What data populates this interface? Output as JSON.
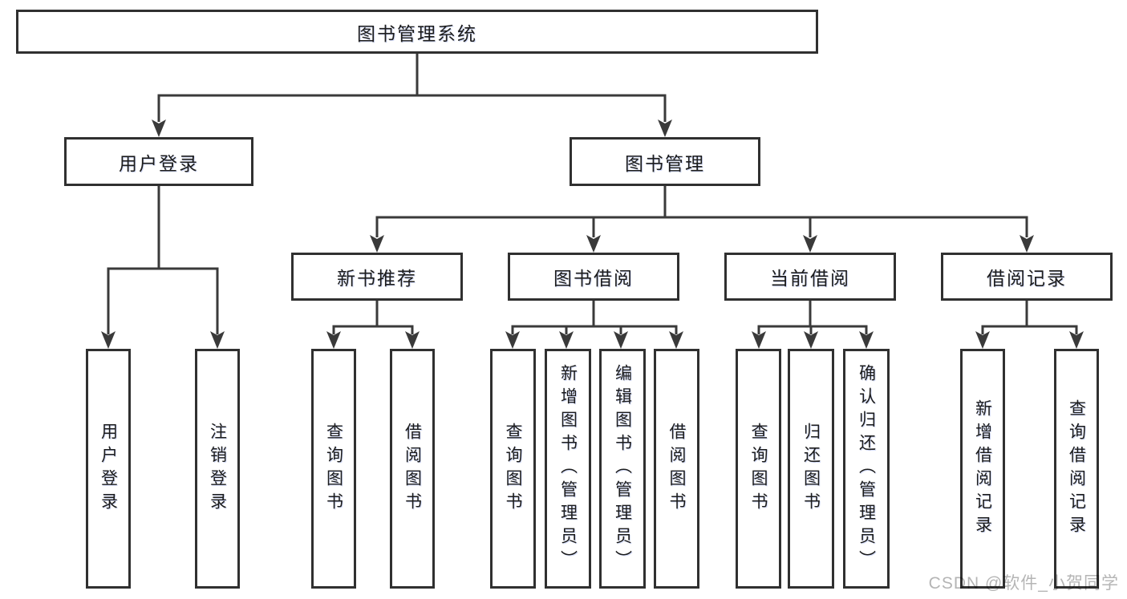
{
  "colors": {
    "background": "#ffffff",
    "line": "#3a3a3a",
    "box_border": "#303030",
    "text": "#1c1c1c",
    "watermark": "#b5b5b5"
  },
  "watermark": {
    "text": "CSDN @软件_小贺同学"
  },
  "tree": {
    "label": "图书管理系统",
    "children": [
      {
        "label": "用户登录",
        "children": [
          {
            "label": "用户登录"
          },
          {
            "label": "注销登录"
          }
        ]
      },
      {
        "label": "图书管理",
        "children": [
          {
            "label": "新书推荐",
            "children": [
              {
                "label": "查询图书"
              },
              {
                "label": "借阅图书"
              }
            ]
          },
          {
            "label": "图书借阅",
            "children": [
              {
                "label": "查询图书"
              },
              {
                "label": "新增图书（管理员）"
              },
              {
                "label": "编辑图书（管理员）"
              },
              {
                "label": "借阅图书"
              }
            ]
          },
          {
            "label": "当前借阅",
            "children": [
              {
                "label": "查询图书"
              },
              {
                "label": "归还图书"
              },
              {
                "label": "确认归还（管理员）"
              }
            ]
          },
          {
            "label": "借阅记录",
            "children": [
              {
                "label": "新增借阅记录"
              },
              {
                "label": "查询借阅记录"
              }
            ]
          }
        ]
      }
    ]
  }
}
